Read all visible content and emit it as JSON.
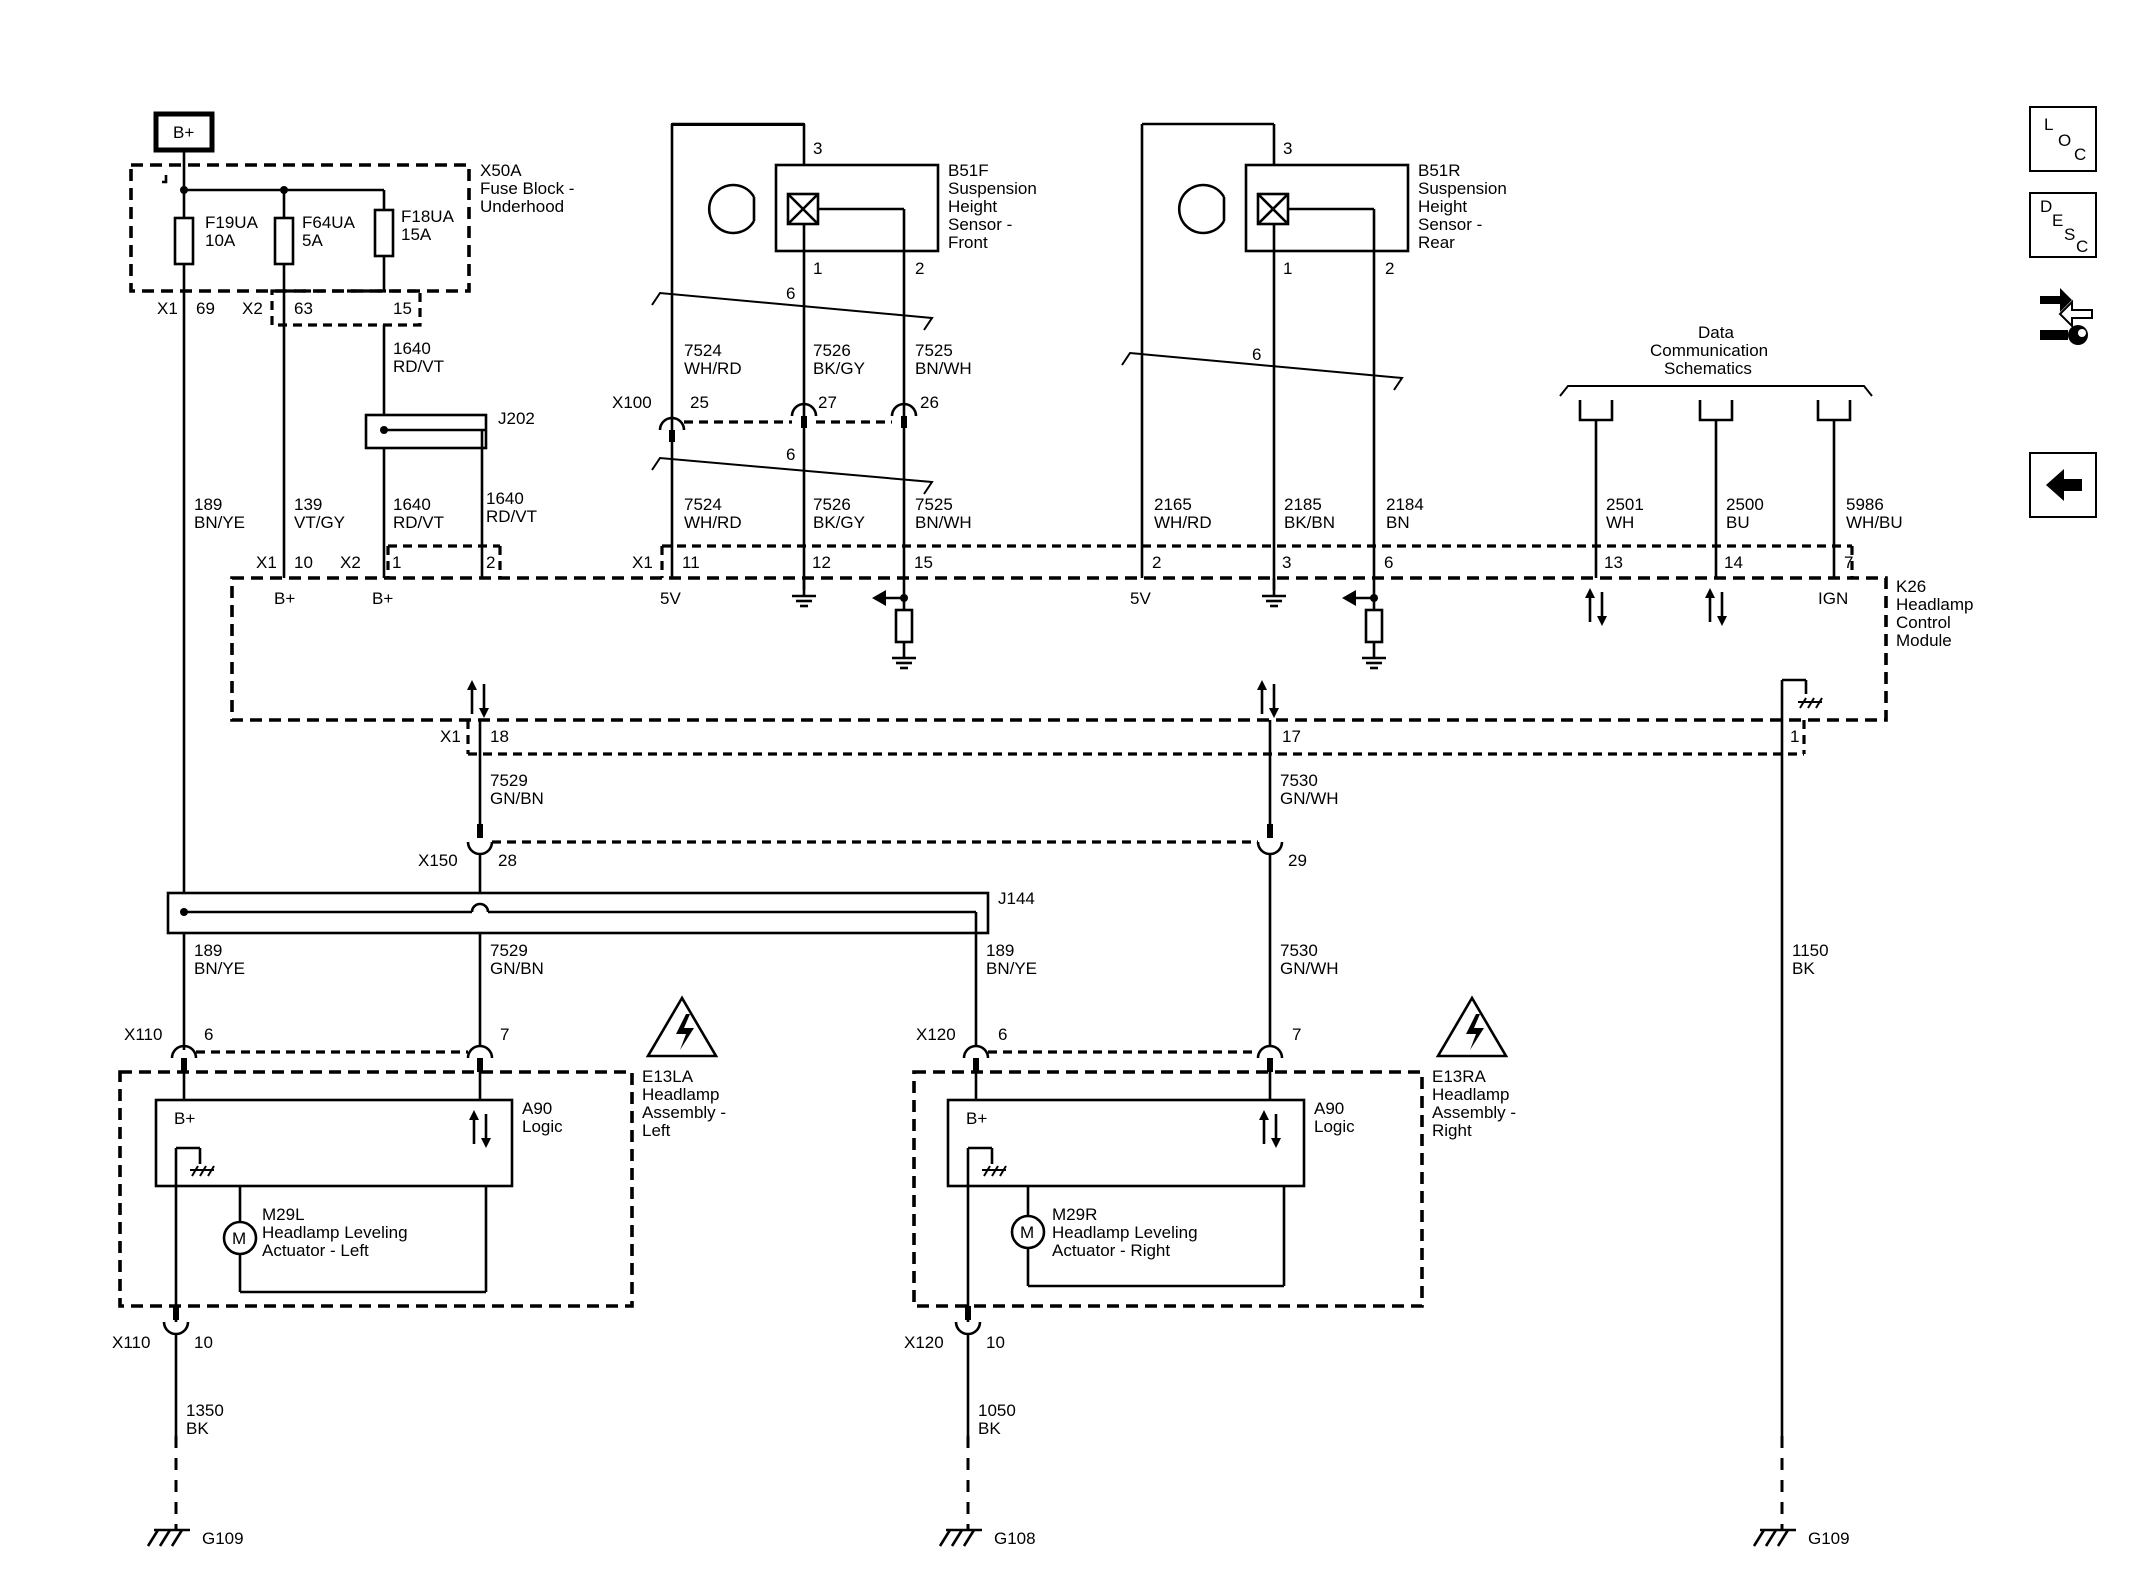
{
  "power": {
    "label": "B+"
  },
  "fuse_block": {
    "name": "X50A",
    "desc_1": "Fuse Block -",
    "desc_2": "Underhood",
    "fuses": [
      {
        "name": "F19UA",
        "rating": "10A"
      },
      {
        "name": "F64UA",
        "rating": "5A"
      },
      {
        "name": "F18UA",
        "rating": "15A"
      }
    ],
    "conn_x1": "X1",
    "pin_69": "69",
    "conn_x2": "X2",
    "pin_63": "63",
    "pin_15": "15"
  },
  "splices": {
    "j202": "J202",
    "j144": "J144"
  },
  "sensors": {
    "front": {
      "name": "B51F",
      "l1": "Suspension",
      "l2": "Height",
      "l3": "Sensor -",
      "l4": "Front",
      "pin_3": "3",
      "pin_1": "1",
      "pin_2": "2"
    },
    "rear": {
      "name": "B51R",
      "l1": "Suspension",
      "l2": "Height",
      "l3": "Sensor -",
      "l4": "Rear",
      "pin_3": "3",
      "pin_1": "1",
      "pin_2": "2"
    }
  },
  "twist_label": "6",
  "inline": {
    "x100": {
      "name": "X100",
      "p25": "25",
      "p27": "27",
      "p26": "26"
    },
    "x150": {
      "name": "X150",
      "p28": "28",
      "p29": "29"
    },
    "x110_top": {
      "name": "X110",
      "p6": "6",
      "p7": "7"
    },
    "x120_top": {
      "name": "X120",
      "p6": "6",
      "p7": "7"
    },
    "x110_bottom": {
      "name": "X110",
      "p10": "10"
    },
    "x120_bottom": {
      "name": "X120",
      "p10": "10"
    }
  },
  "wires": {
    "w189": {
      "num": "189",
      "color": "BN/YE"
    },
    "w139": {
      "num": "139",
      "color": "VT/GY"
    },
    "w1640": {
      "num": "1640",
      "color": "RD/VT"
    },
    "w7524": {
      "num": "7524",
      "color": "WH/RD"
    },
    "w7526": {
      "num": "7526",
      "color": "BK/GY"
    },
    "w7525": {
      "num": "7525",
      "color": "BN/WH"
    },
    "w2165": {
      "num": "2165",
      "color": "WH/RD"
    },
    "w2185": {
      "num": "2185",
      "color": "BK/BN"
    },
    "w2184": {
      "num": "2184",
      "color": "BN"
    },
    "w2501": {
      "num": "2501",
      "color": "WH"
    },
    "w2500": {
      "num": "2500",
      "color": "BU"
    },
    "w5986": {
      "num": "5986",
      "color": "WH/BU"
    },
    "w7529": {
      "num": "7529",
      "color": "GN/BN"
    },
    "w7530": {
      "num": "7530",
      "color": "GN/WH"
    },
    "w1150": {
      "num": "1150",
      "color": "BK"
    },
    "w1350": {
      "num": "1350",
      "color": "BK"
    },
    "w1050": {
      "num": "1050",
      "color": "BK"
    }
  },
  "data_comm": {
    "l1": "Data",
    "l2": "Communication",
    "l3": "Schematics"
  },
  "module": {
    "name": "K26",
    "l1": "Headlamp",
    "l2": "Control",
    "l3": "Module",
    "conn_x1": "X1",
    "conn_x2": "X2",
    "pins_top": [
      "10",
      "1",
      "2",
      "11",
      "12",
      "15",
      "2",
      "3",
      "6",
      "13",
      "14",
      "7"
    ],
    "pins_bottom": [
      "18",
      "17",
      "1"
    ],
    "bplus_1": "B+",
    "bplus_2": "B+",
    "v5_1": "5V",
    "v5_2": "5V",
    "ign": "IGN"
  },
  "headlamp_left": {
    "name": "E13LA",
    "l1": "Headlamp",
    "l2": "Assembly -",
    "l3": "Left",
    "logic_name": "A90",
    "logic_l1": "Logic",
    "bplus": "B+",
    "actuator": "M29L",
    "act_l1": "Headlamp Leveling",
    "act_l2": "Actuator - Left",
    "motor": "M"
  },
  "headlamp_right": {
    "name": "E13RA",
    "l1": "Headlamp",
    "l2": "Assembly -",
    "l3": "Right",
    "logic_name": "A90",
    "logic_l1": "Logic",
    "bplus": "B+",
    "actuator": "M29R",
    "act_l1": "Headlamp Leveling",
    "act_l2": "Actuator - Right",
    "motor": "M"
  },
  "grounds": {
    "g109_left": "G109",
    "g108": "G108",
    "g109_right": "G109"
  },
  "nav": {
    "loc": {
      "l": "L",
      "o": "O",
      "c": "C"
    },
    "desc": {
      "d": "D",
      "e": "E",
      "s": "S",
      "c": "C"
    }
  }
}
